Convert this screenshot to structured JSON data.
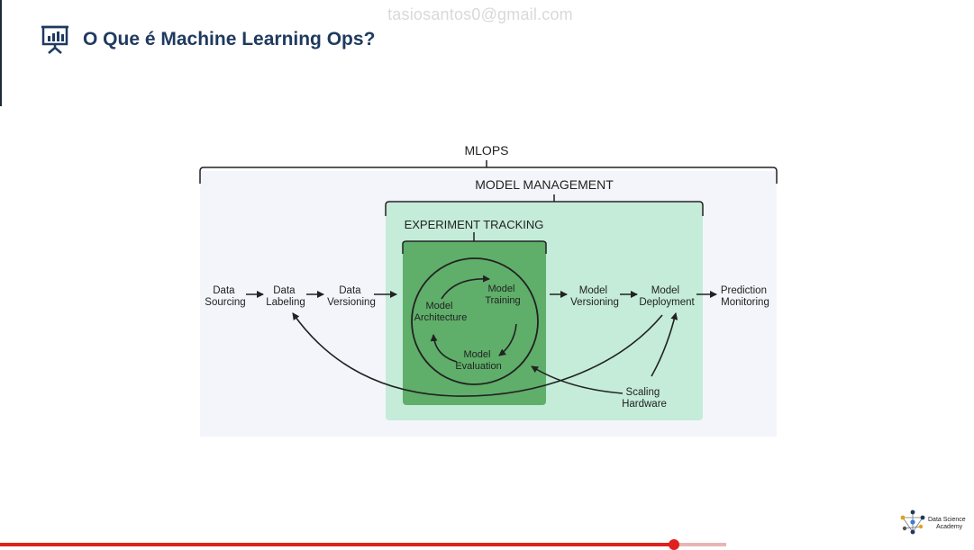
{
  "watermark": "tasiosantos0@gmail.com",
  "slide": {
    "title": "O Que é Machine Learning Ops?",
    "icon": "presentation-chart-icon"
  },
  "diagram": {
    "mlops_label": "MLOPS",
    "model_management_label": "MODEL MANAGEMENT",
    "experiment_tracking_label": "EXPERIMENT TRACKING",
    "nodes": {
      "data_sourcing": [
        "Data",
        "Sourcing"
      ],
      "data_labeling": [
        "Data",
        "Labeling"
      ],
      "data_versioning": [
        "Data",
        "Versioning"
      ],
      "model_architecture": [
        "Model",
        "Architecture"
      ],
      "model_training": [
        "Model",
        "Training"
      ],
      "model_evaluation": [
        "Model",
        "Evaluation"
      ],
      "model_versioning": [
        "Model",
        "Versioning"
      ],
      "model_deployment": [
        "Model",
        "Deployment"
      ],
      "prediction_monitoring": [
        "Prediction",
        "Monitoring"
      ],
      "scaling_hardware": [
        "Scaling",
        "Hardware"
      ]
    },
    "colors": {
      "outer_bg": "#f4f5fa",
      "management_bg": "#c4ecd9",
      "tracking_bg": "#5fae6a",
      "ink": "#222222"
    }
  },
  "branding": {
    "logo_line1": "Data Science",
    "logo_line2": "Academy"
  },
  "player": {
    "progress_fraction": 0.692,
    "buffer_fraction": 0.746,
    "colors": {
      "played": "#e02020",
      "buffered": "#e8b5b5"
    }
  }
}
